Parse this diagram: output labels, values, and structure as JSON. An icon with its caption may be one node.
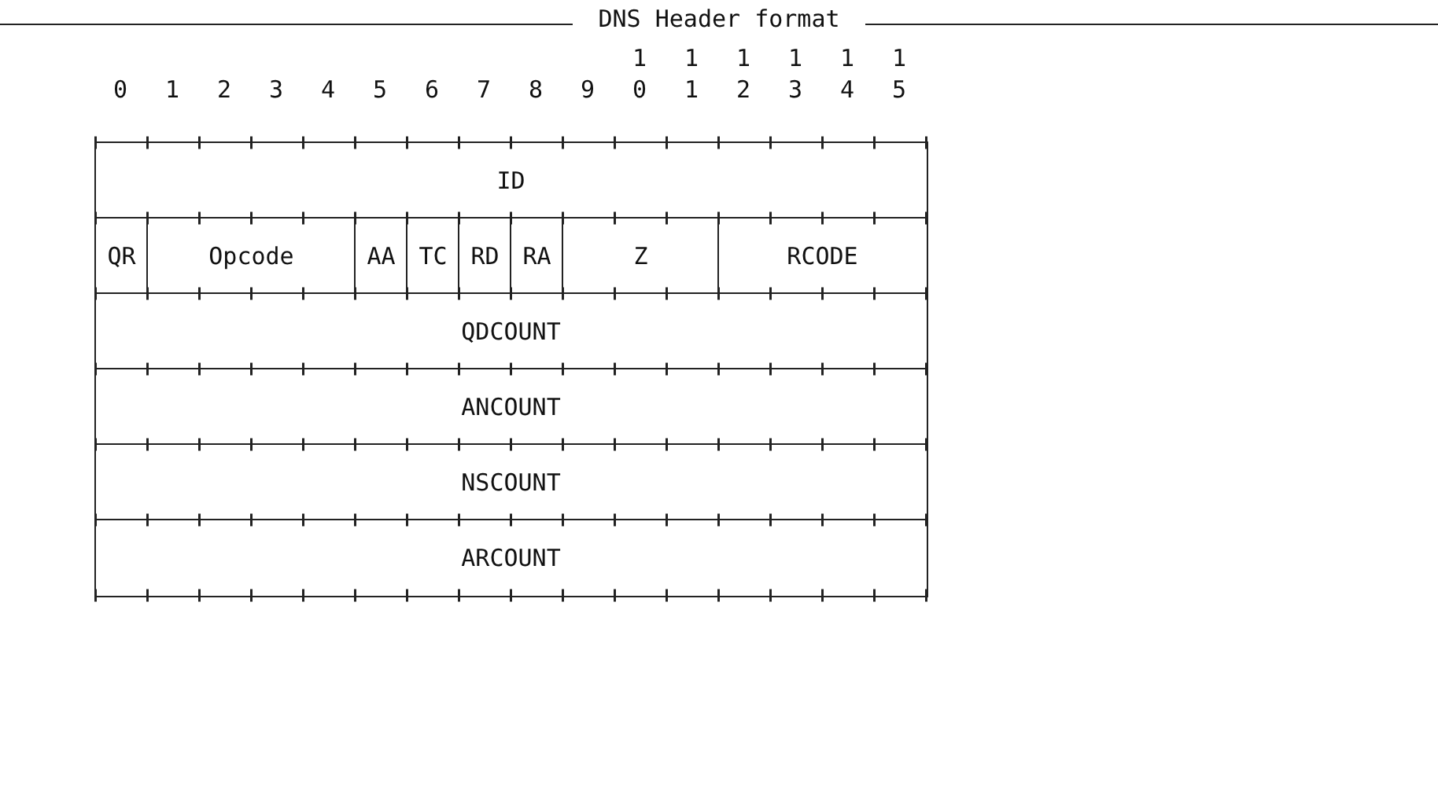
{
  "diagram": {
    "title": "DNS Header format",
    "labels": [
      "1",
      "1",
      "1",
      "1",
      "1",
      "1",
      "0",
      "1",
      "2",
      "3",
      "4",
      "5",
      "6",
      "7",
      "8",
      "9",
      "0",
      "1",
      "2",
      "3",
      "4",
      "5",
      "ID",
      "QR",
      "Opcode",
      "AA",
      "TC",
      "RD",
      "RA",
      "Z",
      "RCODE",
      "QDCOUNT",
      "ANCOUNT",
      "NSCOUNT",
      "ARCOUNT"
    ]
  }
}
